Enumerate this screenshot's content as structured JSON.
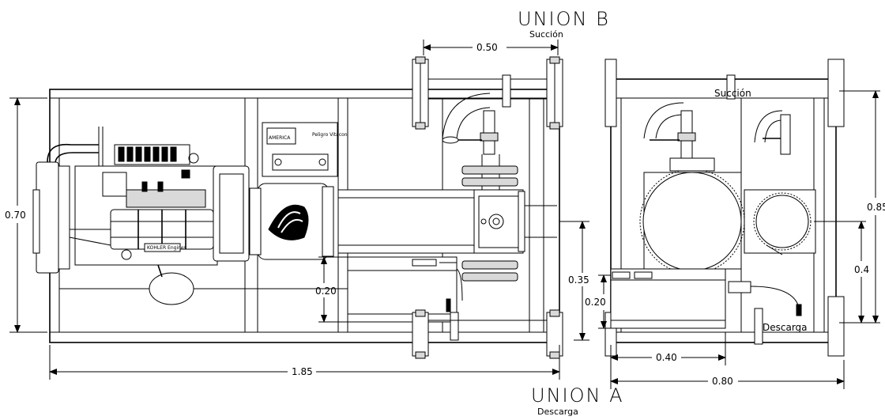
{
  "unions": {
    "b_title": "UNION  B",
    "b_sub": "Succión",
    "a_title": "UNION  A",
    "a_sub": "Descarga"
  },
  "labels": {
    "succion_side": "Succión",
    "descarga_side": "Descarga",
    "pump_brand": "AMERICA",
    "pump_plate": "Peligro Vitacon",
    "engine_brand": "KOHLER Engines"
  },
  "dimensions": {
    "d_050": "0.50",
    "d_070": "0.70",
    "d_185": "1.85",
    "d_020_left": "0.20",
    "d_035": "0.35",
    "d_020_right": "0.20",
    "d_040_bottom": "0.40",
    "d_080": "0.80",
    "d_085": "0.85",
    "d_04_vertical": "0.4"
  }
}
